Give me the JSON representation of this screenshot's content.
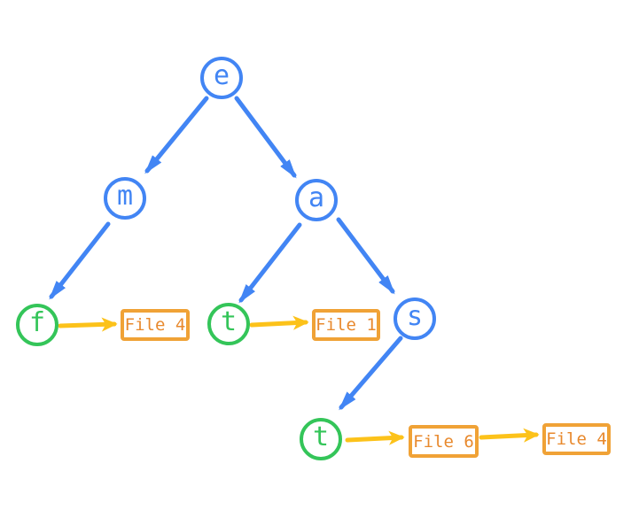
{
  "diagram": {
    "type": "trie-tree",
    "colors": {
      "node_blue": "#4285F4",
      "node_green": "#34C559",
      "edge_blue": "#4285F4",
      "arrow_yellow": "#FCC21A",
      "file_border": "#F0A236",
      "file_text": "#E8892D"
    },
    "nodes": [
      {
        "id": "e",
        "label": "e",
        "color": "blue"
      },
      {
        "id": "m",
        "label": "m",
        "color": "blue"
      },
      {
        "id": "a",
        "label": "a",
        "color": "blue"
      },
      {
        "id": "f",
        "label": "f",
        "color": "green"
      },
      {
        "id": "t1",
        "label": "t",
        "color": "green"
      },
      {
        "id": "s",
        "label": "s",
        "color": "blue"
      },
      {
        "id": "t2",
        "label": "t",
        "color": "green"
      }
    ],
    "file_boxes": [
      {
        "id": "file4a",
        "label": "File 4"
      },
      {
        "id": "file1",
        "label": "File 1"
      },
      {
        "id": "file6",
        "label": "File 6"
      },
      {
        "id": "file4b",
        "label": "File 4"
      }
    ],
    "edges": [
      {
        "from": "e",
        "to": "m",
        "style": "blue-arrow"
      },
      {
        "from": "e",
        "to": "a",
        "style": "blue-arrow"
      },
      {
        "from": "m",
        "to": "f",
        "style": "blue-arrow"
      },
      {
        "from": "a",
        "to": "t1",
        "style": "blue-arrow"
      },
      {
        "from": "a",
        "to": "s",
        "style": "blue-arrow"
      },
      {
        "from": "s",
        "to": "t2",
        "style": "blue-arrow"
      },
      {
        "from": "f",
        "to": "file4a",
        "style": "yellow-arrow"
      },
      {
        "from": "t1",
        "to": "file1",
        "style": "yellow-arrow"
      },
      {
        "from": "t2",
        "to": "file6",
        "style": "yellow-arrow"
      },
      {
        "from": "file6",
        "to": "file4b",
        "style": "yellow-arrow"
      }
    ]
  }
}
